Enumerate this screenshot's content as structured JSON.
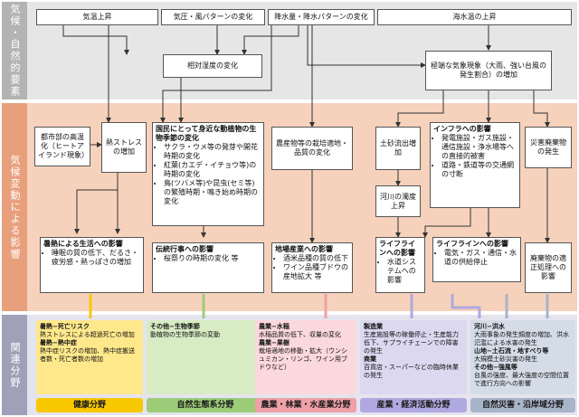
{
  "bands": {
    "climate": {
      "label": "気候・自然的要素",
      "color": "#b3b3b3"
    },
    "impact": {
      "label": "気候変動による影響",
      "color": "#e8a07c"
    },
    "sector": {
      "label": "関連分野",
      "color": "#a0a0b8"
    }
  },
  "climate_factors": {
    "temperature": "気温上昇",
    "pressure_wind": "気圧・風パターンの変化",
    "precipitation": "降水量・降水パターンの変化",
    "sea_temp": "海水温の上昇",
    "humidity": "相対湿度の変化",
    "extreme_weather": "極端な気象現象（大雨、強い台風の発生割合）の増加"
  },
  "impacts": {
    "urban_heat": "都市部の高温化（ヒートアイランド現象）",
    "heat_stress": "熱ストレスの増加",
    "bio_season_title": "国民にとって身近な動植物の生物季節の変化",
    "bio_season_items": [
      "サクラ・ウメ等の発芽や開花時期の変化",
      "紅葉(カエデ・イチョウ等)の時期の変化",
      "鳥(ツバメ等)や昆虫(セミ等)の繁殖時期・鳴き始め時期の変化"
    ],
    "crop": "農産物等の栽培適地・品質の変化",
    "sediment": "土砂流出増加",
    "river_turbidity": "河川の濁度上昇",
    "infra_title": "インフラへの影響",
    "infra_items": [
      "発電施設・ガス施設・通信施設・浄水場等への直接的被害",
      "道路・鉄道等の交通網の寸断"
    ],
    "disaster_waste": "災害廃棄物の発生",
    "heat_life_title": "暑熱による生活への影響",
    "heat_life_items": [
      "睡眠の質の低下、だるさ・疲労感・熱っぽさの増加"
    ],
    "tradition_title": "伝統行事への影響",
    "tradition_items": [
      "桜祭りの時期の変化 等"
    ],
    "local_industry_title": "地場産業への影響",
    "local_industry_items": [
      "酒米品種の質の低下",
      "ワイン品種ブドウの産地拡大 等"
    ],
    "lifeline_title": "ライフラインへの影響",
    "lifeline_items": [
      "水道システムへの影響"
    ],
    "lifeline2_title": "ライフラインへの影響",
    "lifeline2_items": [
      "電気・ガス・通信・水道の供給停止"
    ],
    "waste_processing": "廃棄物の適正処理への影響"
  },
  "sectors": [
    {
      "tab": "健康分野",
      "color": "#ffe88c",
      "tab_color": "#f8c800",
      "lines": [
        {
          "h": "暑熱−死亡リスク"
        },
        {
          "t": "熱ストレスによる超過死亡の増加"
        },
        {
          "h": "暑熱−熱中症"
        },
        {
          "t": "熱中症リスクの増加、熱中症搬送者数・死亡者数の増加"
        }
      ]
    },
    {
      "tab": "自然生態系分野",
      "color": "#d8ecc4",
      "tab_color": "#9ccc78",
      "lines": [
        {
          "h": "その他−生物季節"
        },
        {
          "t": "動植物の生物季節の変動"
        }
      ]
    },
    {
      "tab": "農業・林業・水産業分野",
      "color": "#fbd8dc",
      "tab_color": "#f0a0a8",
      "lines": [
        {
          "h": "農業−水稲"
        },
        {
          "t": "水稲品質の低下、収量の変化"
        },
        {
          "h": "農業−果樹"
        },
        {
          "t": "栽培適地の移動・拡大（ウンシュミカン・リンゴ、ワイン用ブドウなど）"
        }
      ]
    },
    {
      "tab": "産業・経済活動分野",
      "color": "#dcd8f0",
      "tab_color": "#b0a8e0",
      "lines": [
        {
          "h": "製造業"
        },
        {
          "t": "生産施設等の稼働停止・生産能力低下、サプライチェーンでの障害の発生"
        },
        {
          "h": "商業"
        },
        {
          "t": "百貨店・スーパーなどの臨時休業の発生"
        }
      ]
    },
    {
      "tab": "自然災害・沿岸域分野",
      "color": "#d4dce8",
      "tab_color": "#a8b4c8",
      "lines": [
        {
          "h": "河川−洪水"
        },
        {
          "t": "大雨事象の発生頻度の増加、洪水氾濫による水害の発生"
        },
        {
          "h": "山地−土石流・地すべり等"
        },
        {
          "t": "大規模土砂災害の発生"
        },
        {
          "h": "その他−強風等"
        },
        {
          "t": "台風の強度、最大強度の空間位置で進行方向への影響"
        }
      ]
    }
  ]
}
